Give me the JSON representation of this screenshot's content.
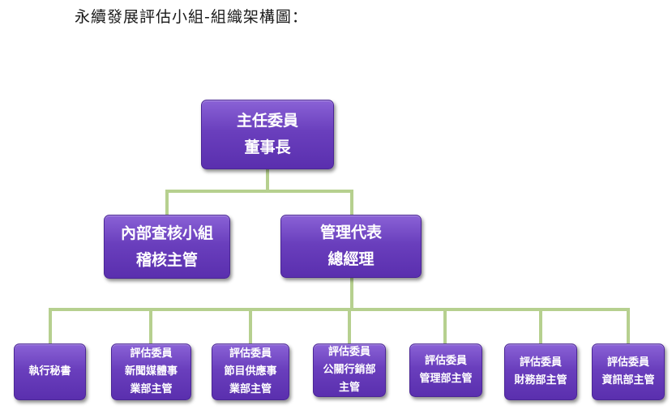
{
  "title": "永續發展評估小組-組織架構圖：",
  "colors": {
    "box": "#6a3fbd",
    "connector": "#b6d08f"
  },
  "nodes": {
    "chair": {
      "line1": "主任委員",
      "line2": "董事長"
    },
    "audit": {
      "line1": "內部查核小組",
      "line2": "稽核主管"
    },
    "mgmt_rep": {
      "line1": "管理代表",
      "line2": "總經理"
    },
    "secretary": {
      "line1": "執行秘書"
    },
    "news_media": {
      "line1": "評估委員",
      "line2": "新聞媒體事",
      "line3": "業部主管"
    },
    "program_supply": {
      "line1": "評估委員",
      "line2": "節目供應事",
      "line3": "業部主管"
    },
    "pr_marketing": {
      "line1": "評估委員",
      "line2": "公關行銷部",
      "line3": "主管"
    },
    "management_dept": {
      "line1": "評估委員",
      "line2": "管理部主管"
    },
    "finance_dept": {
      "line1": "評估委員",
      "line2": "財務部主管"
    },
    "it_dept": {
      "line1": "評估委員",
      "line2": "資訊部主管"
    }
  }
}
